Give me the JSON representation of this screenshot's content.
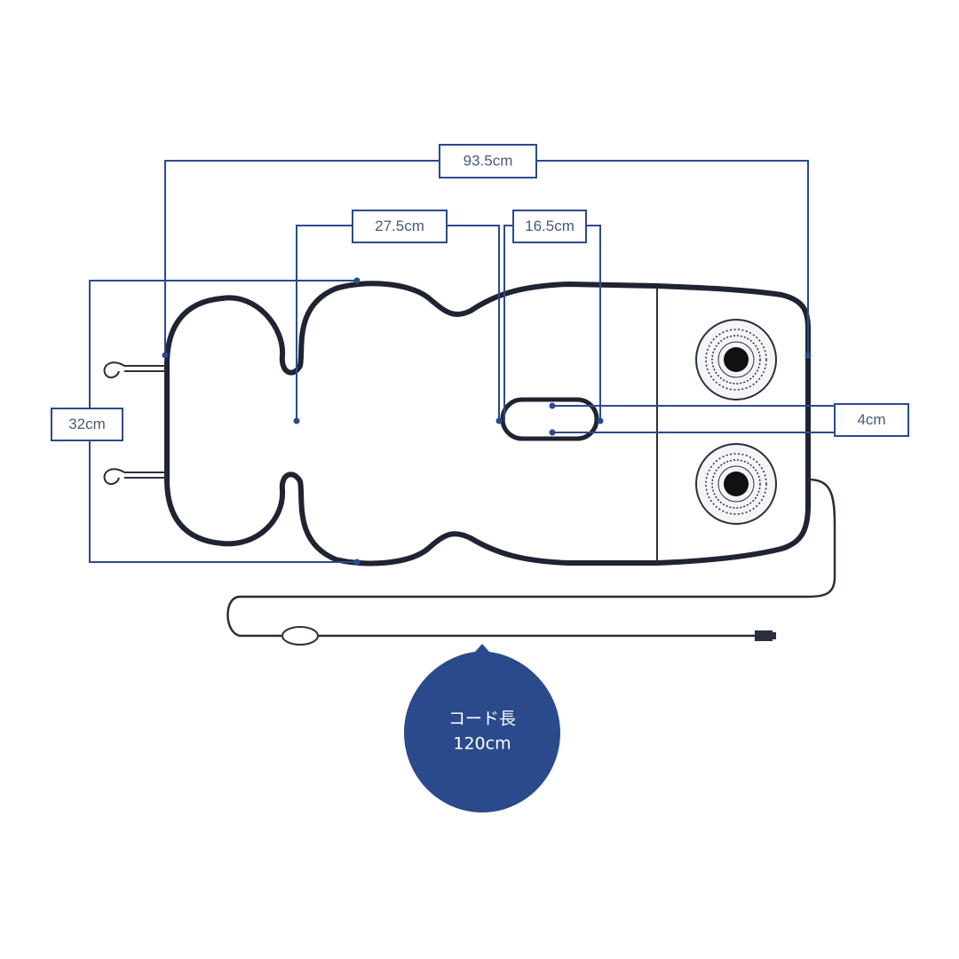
{
  "dimensions": {
    "total_length": "93.5cm",
    "shoulder_to_slot": "27.5cm",
    "slot_length": "16.5cm",
    "slot_width": "4cm",
    "width": "32cm"
  },
  "cord": {
    "label_line1": "コード長",
    "label_line2": "120cm"
  },
  "colors": {
    "accent": "#2c4a8c",
    "badge": "#2b4a8b",
    "outline": "#1f2433"
  }
}
